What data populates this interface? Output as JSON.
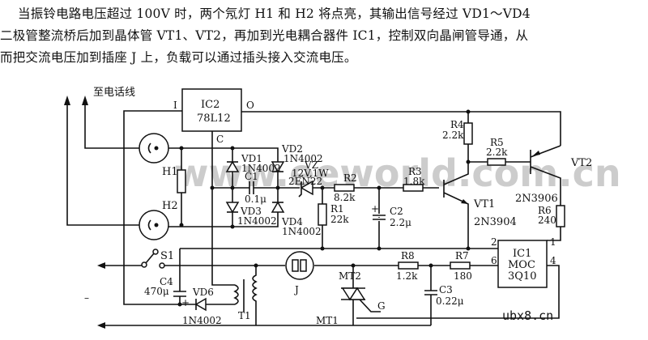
{
  "description_lines": [
    "当振铃电路电压超过 100V 时，两个氖灯 H1 和 H2 将点亮，其输出信号经过 VD1～VD4",
    "二极管整流桥后加到晶体管 VT1、VT2，再加到光电耦合器件 IC1，控制双向晶闸管导通，从",
    "而把交流电压加到插座 J 上，负载可以通过插头接入交流电压。"
  ],
  "labels": {
    "phone_line": "至电话线",
    "ic2_name": "IC2",
    "ic2_part": "78L12",
    "ic2_pin_i": "I",
    "ic2_pin_o": "O",
    "ic2_pin_c": "C",
    "h1": "H1",
    "h2": "H2",
    "vd1": "VD1",
    "vd1_part": "1N4002",
    "vd2": "VD2",
    "vd2_part": "1N4002",
    "vd3": "VD3",
    "vd3_part": "1N4002",
    "vd4": "VD4",
    "vd4_part": "1N4002",
    "c1": "C1",
    "c1_val": "0.1μ",
    "vz": "VZ",
    "vz_rating": "12V,1W",
    "vz_part": "2EN22",
    "r2": "R2",
    "r2_val": "8.2k",
    "r1": "R1",
    "r1_val": "22k",
    "c2": "C2",
    "c2_val": "2.2μ",
    "r3": "R3",
    "r3_val": "1.8k",
    "r4": "R4",
    "r4_val": "2.2k",
    "r5": "R5",
    "r5_val": "2.2k",
    "vt1": "VT1",
    "vt1_part": "2N3904",
    "vt2": "VT2",
    "vt2_part": "2N3906",
    "r6": "R6",
    "r6_val": "240",
    "ic1_name": "IC1",
    "ic1_part1": "MOC",
    "ic1_part2": "3Q10",
    "ic1_pin2": "2",
    "ic1_pin6": "6",
    "ic1_pin1": "1",
    "ic1_pin4": "4",
    "s1": "S1",
    "c4": "C4",
    "c4_val": "470μ",
    "plus": "+",
    "vd6": "VD6",
    "vd6_part": "1N4002",
    "t1": "T1",
    "j": "J",
    "mt2": "MT2",
    "mt1": "MT1",
    "g": "G",
    "r8": "R8",
    "r8_val": "1.2k",
    "r7": "R7",
    "r7_val": "180",
    "c3": "C3",
    "c3_val": "0.22μ",
    "minus": "–"
  },
  "watermarks": {
    "main": "www.eeworld.com.cn",
    "corner": "ubx8.cn"
  }
}
